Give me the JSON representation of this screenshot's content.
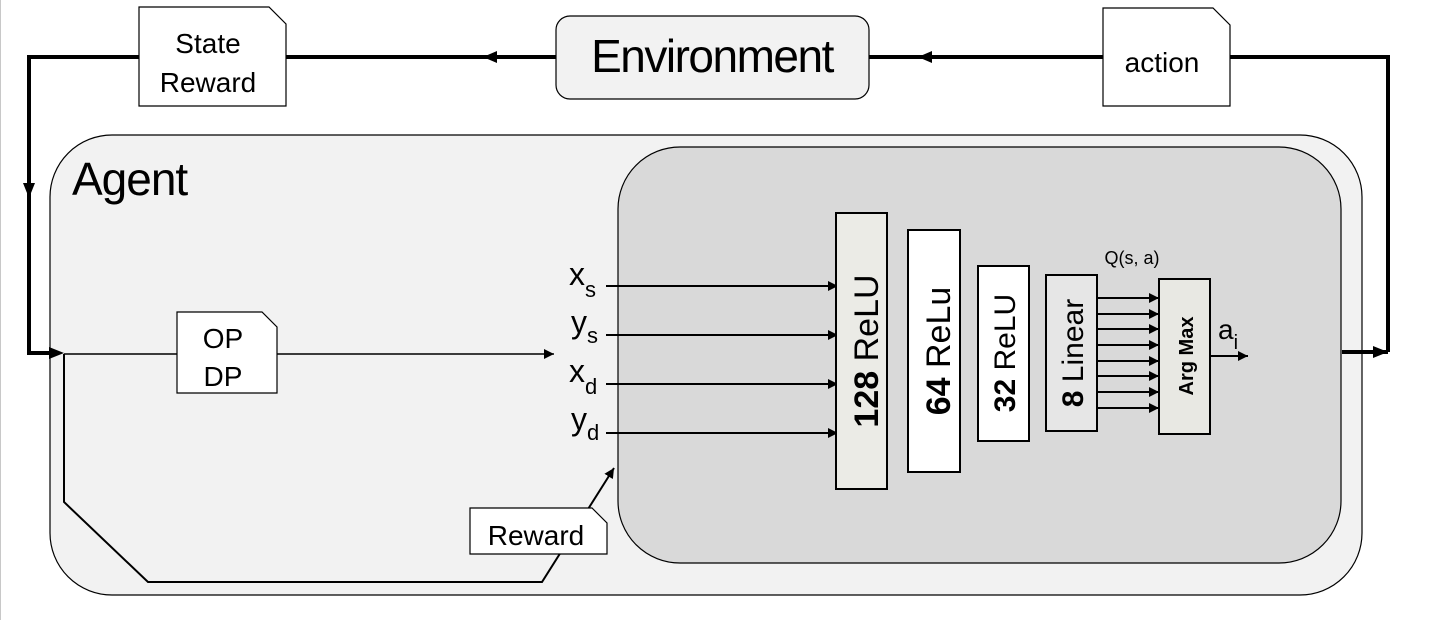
{
  "environment": {
    "label": "Environment"
  },
  "state_reward_box": {
    "line1": "State",
    "line2": "Reward"
  },
  "action_box": {
    "label": "action"
  },
  "agent": {
    "label": "Agent"
  },
  "op_dp_box": {
    "line1": "OP",
    "line2": "DP"
  },
  "reward_box": {
    "label": "Reward"
  },
  "inputs": [
    {
      "base": "x",
      "sub": "s"
    },
    {
      "base": "y",
      "sub": "s"
    },
    {
      "base": "x",
      "sub": "d"
    },
    {
      "base": "y",
      "sub": "d"
    }
  ],
  "layers": [
    {
      "units": "128",
      "activation": "ReLU"
    },
    {
      "units": "64",
      "activation": "ReLu"
    },
    {
      "units": "32",
      "activation": "ReLU"
    },
    {
      "units": "8",
      "activation": "Linear"
    }
  ],
  "q_label": "Q(s, a)",
  "argmax_label": "Arg Max",
  "output": {
    "base": "a",
    "sub": "i"
  },
  "colors": {
    "agent_fill": "#f2f2f2",
    "network_fill": "#d9d9d9",
    "layer128_fill": "#ebebe6",
    "layer8_fill": "#e6e6e6",
    "argmax_fill": "#e8e8e3",
    "env_fill": "#f2f2f2",
    "line": "#000000"
  }
}
